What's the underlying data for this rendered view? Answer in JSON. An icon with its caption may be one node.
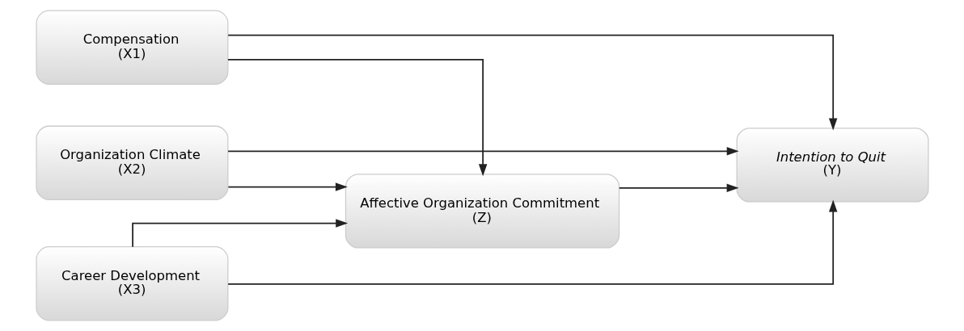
{
  "diagram": {
    "nodes": [
      {
        "text": [
          "Compensation",
          "(X1)"
        ]
      },
      {
        "text": [
          "Organization Climate",
          "(X2)"
        ]
      },
      {
        "text": [
          "Career Development",
          "(X3)"
        ]
      },
      {
        "text": [
          "Affective Organization Commitment",
          "(Z)"
        ]
      },
      {
        "text": [
          "Intention to Quit",
          "(Y)"
        ]
      }
    ],
    "edges": [
      {
        "from": 0,
        "to": 3,
        "arrow": "to"
      },
      {
        "from": 1,
        "to": 3,
        "arrow": "to"
      },
      {
        "from": 2,
        "to": 3,
        "arrow": "to"
      },
      {
        "from": 3,
        "to": 4,
        "arrow": "to"
      },
      {
        "from": 0,
        "to": 4,
        "arrow": "to"
      },
      {
        "from": 1,
        "to": 4,
        "arrow": "to"
      },
      {
        "from": 2,
        "to": 4,
        "arrow": "to"
      }
    ]
  }
}
